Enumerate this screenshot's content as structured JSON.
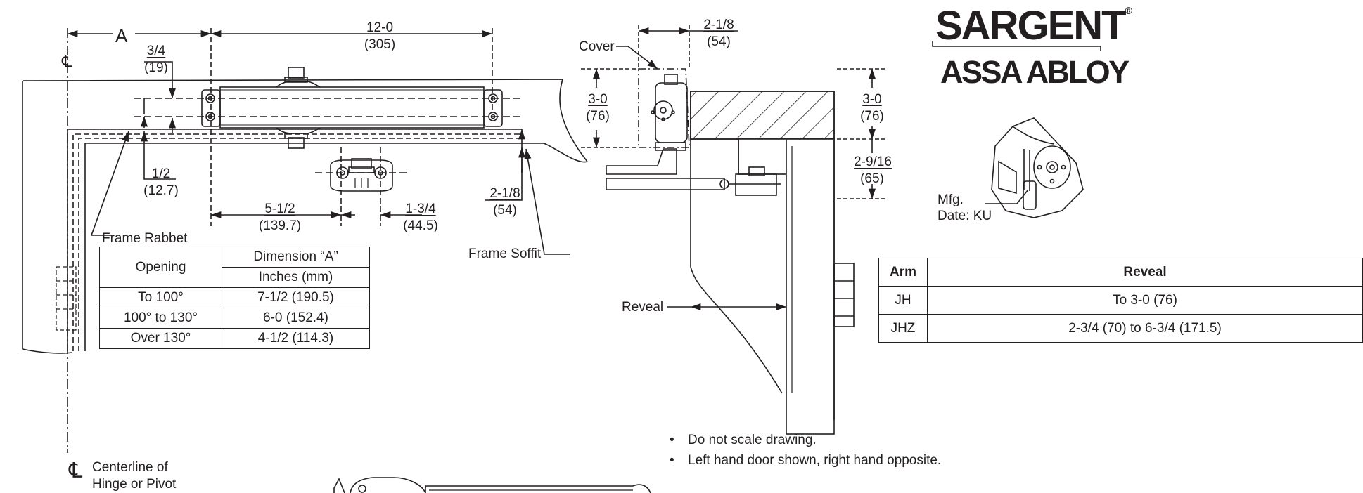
{
  "brand": {
    "name": "SARGENT",
    "registered": "®",
    "parent": "ASSA ABLOY"
  },
  "plan_view": {
    "dim_a": "A",
    "dim_overall": "12-0",
    "dim_overall_mm": "(305)",
    "dim_top_offset": "3/4",
    "dim_top_offset_mm": "(19)",
    "dim_rabbet_offset": "1/2",
    "dim_rabbet_offset_mm": "(12.7)",
    "dim_shoe_span": "5-1/2",
    "dim_shoe_span_mm": "(139.7)",
    "dim_shoe_width": "1-3/4",
    "dim_shoe_width_mm": "(44.5)",
    "dim_soffit_offset": "2-1/8",
    "dim_soffit_offset_mm": "(54)",
    "label_frame_rabbet": "Frame Rabbet",
    "label_frame_soffit": "Frame Soffit",
    "centerline_symbol": "℄",
    "centerline_note_line1": "Centerline of",
    "centerline_note_line2": "Hinge or Pivot"
  },
  "dimension_table": {
    "col_opening": "Opening",
    "col_dim_header": "Dimension “A”",
    "col_dim_units": "Inches (mm)",
    "rows": [
      {
        "opening": "To 100°",
        "dim": "7-1/2  (190.5)"
      },
      {
        "opening": "100° to  130°",
        "dim": "6-0  (152.4)"
      },
      {
        "opening": "Over 130°",
        "dim": "4-1/2  (114.3)"
      }
    ]
  },
  "section_view": {
    "label_cover": "Cover",
    "dim_cover_width": "2-1/8",
    "dim_cover_width_mm": "(54)",
    "dim_left_height": "3-0",
    "dim_left_height_mm": "(76)",
    "dim_right_height": "3-0",
    "dim_right_height_mm": "(76)",
    "dim_reveal_drop": "2-9/16",
    "dim_reveal_drop_mm": "(65)",
    "label_reveal": "Reveal"
  },
  "detail": {
    "label_line1": "Mfg.",
    "label_line2": "Date: KU"
  },
  "arm_table": {
    "col_arm": "Arm",
    "col_reveal": "Reveal",
    "rows": [
      {
        "arm": "JH",
        "reveal": "To  3-0 (76)"
      },
      {
        "arm": "JHZ",
        "reveal": "2-3/4 (70)  to  6-3/4 (171.5)"
      }
    ]
  },
  "notes": [
    "Do not scale drawing.",
    "Left hand door shown, right hand opposite."
  ],
  "colors": {
    "ink": "#231f20",
    "background": "#ffffff"
  }
}
